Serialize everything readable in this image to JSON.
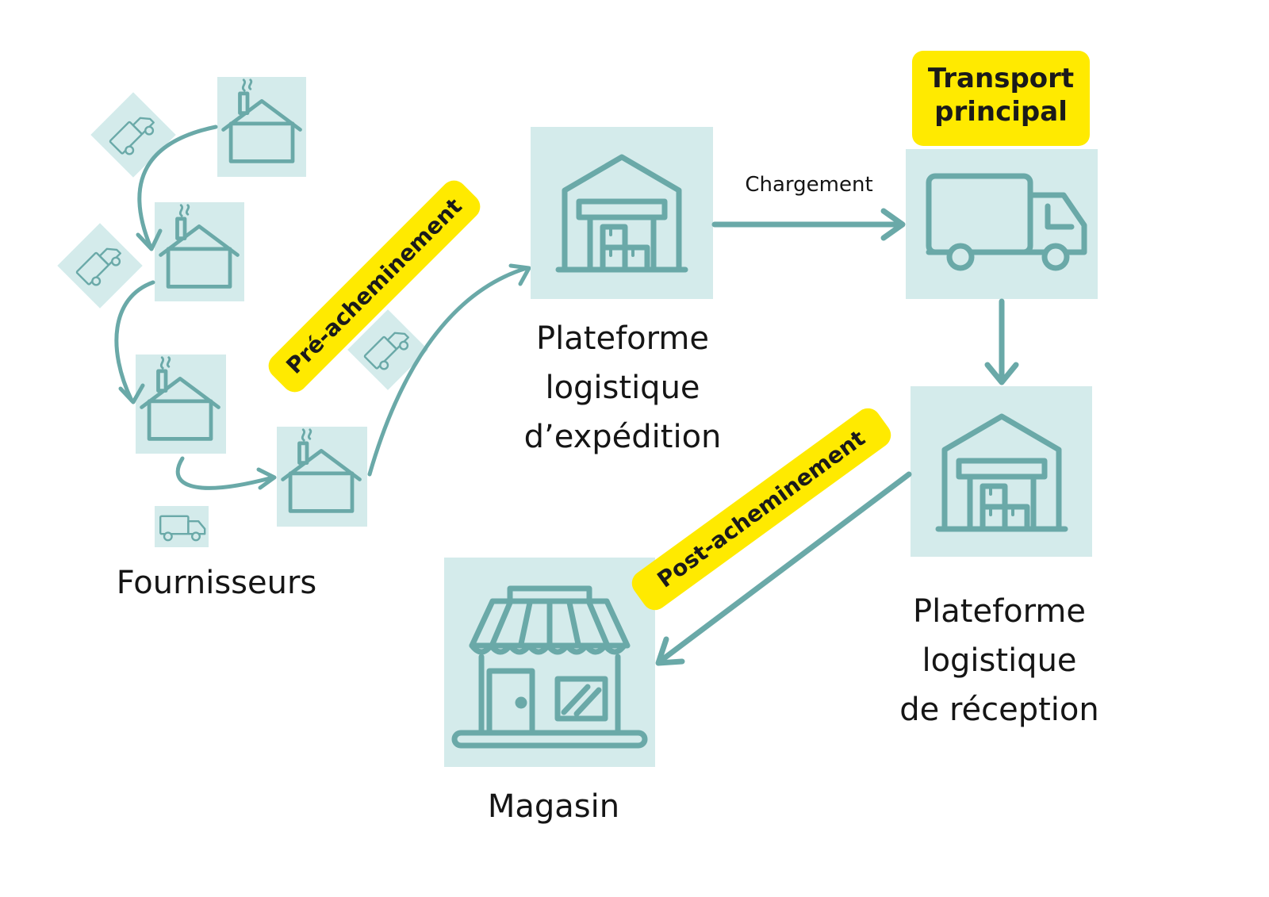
{
  "colors": {
    "accent": "#6aa9a8",
    "tile": "#d4ebeb",
    "highlight": "#ffea00"
  },
  "labels": {
    "suppliers": "Fournisseurs",
    "shipping_platform": [
      "Plateforme",
      "logistique",
      "d’expédition"
    ],
    "receiving_platform": [
      "Plateforme",
      "logistique",
      "de réception"
    ],
    "store": "Magasin",
    "loading": "Chargement"
  },
  "badges": {
    "main_transport": [
      "Transport",
      "principal"
    ],
    "pre_routing": "Pré-acheminement",
    "post_routing": "Post-acheminement"
  },
  "icons": {
    "supplier": "factory-icon",
    "supplier_link": "delivery-truck-icon",
    "warehouse": "warehouse-icon",
    "truck": "truck-icon",
    "store": "store-icon"
  }
}
